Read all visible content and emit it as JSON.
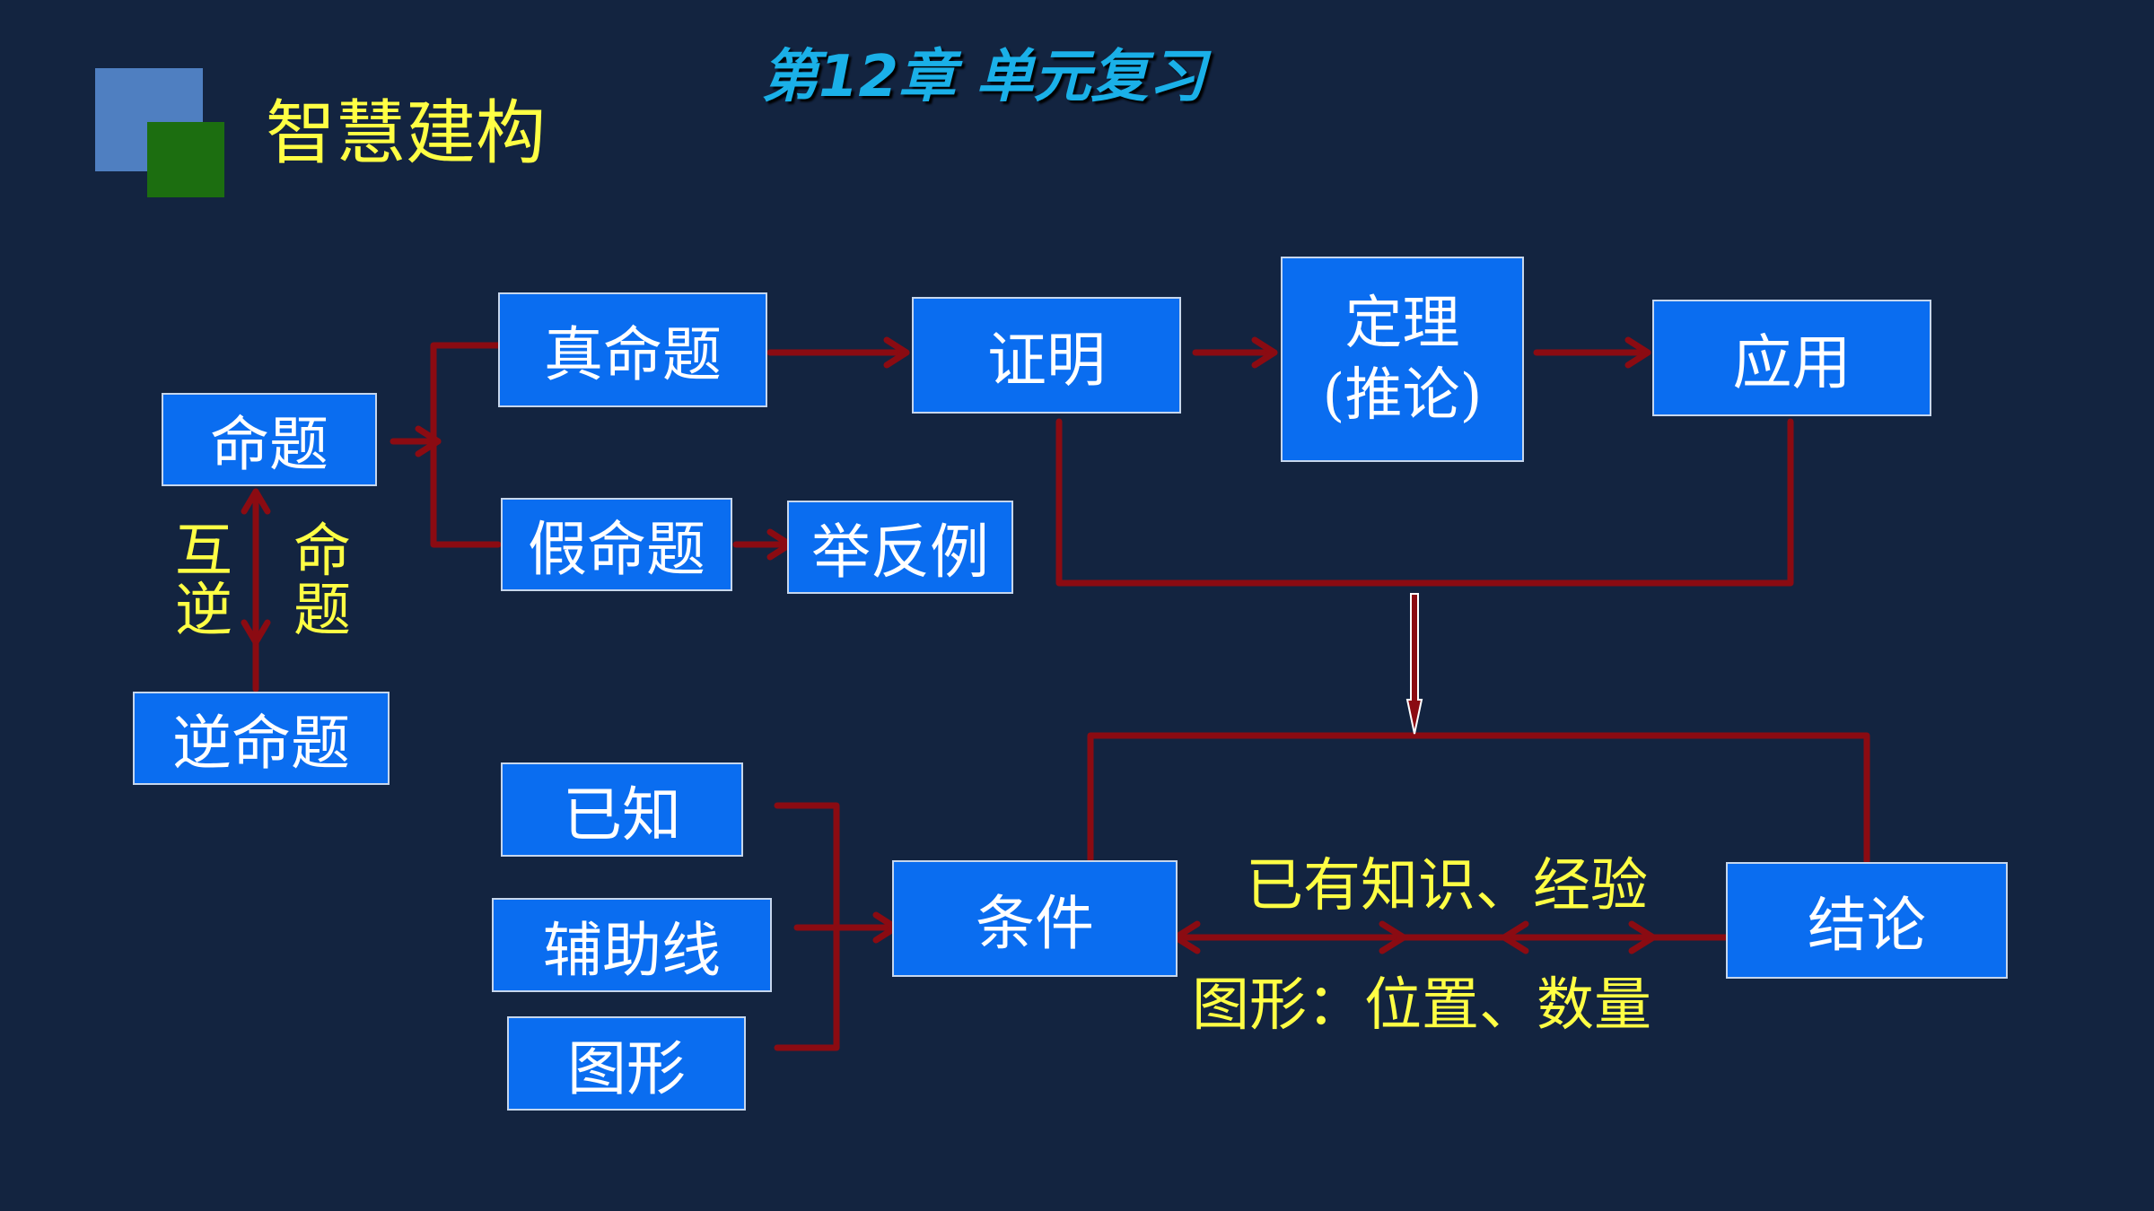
{
  "header": {
    "chapter_title": "第12章  单元复习",
    "section_title": "智慧建构"
  },
  "nodes": {
    "proposition": "命题",
    "converse": "逆命题",
    "true_prop": "真命题",
    "false_prop": "假命题",
    "counterexample": "举反例",
    "proof": "证明",
    "theorem_line1": "定理",
    "theorem_line2": "(推论)",
    "application": "应用",
    "known": "已知",
    "aux_line": "辅助线",
    "figure": "图形",
    "condition": "条件",
    "conclusion": "结论"
  },
  "labels": {
    "mutual_1": "互",
    "mutual_2": "逆",
    "prop_1": "命",
    "prop_2": "题",
    "knowledge": "已有知识、经验",
    "figure_info": "图形：位置、数量"
  },
  "colors": {
    "background": "#132440",
    "box_fill": "#0a6df0",
    "connector": "#8b0b12",
    "label_text": "#ffff44",
    "chapter_title": "#1ab0e8"
  }
}
